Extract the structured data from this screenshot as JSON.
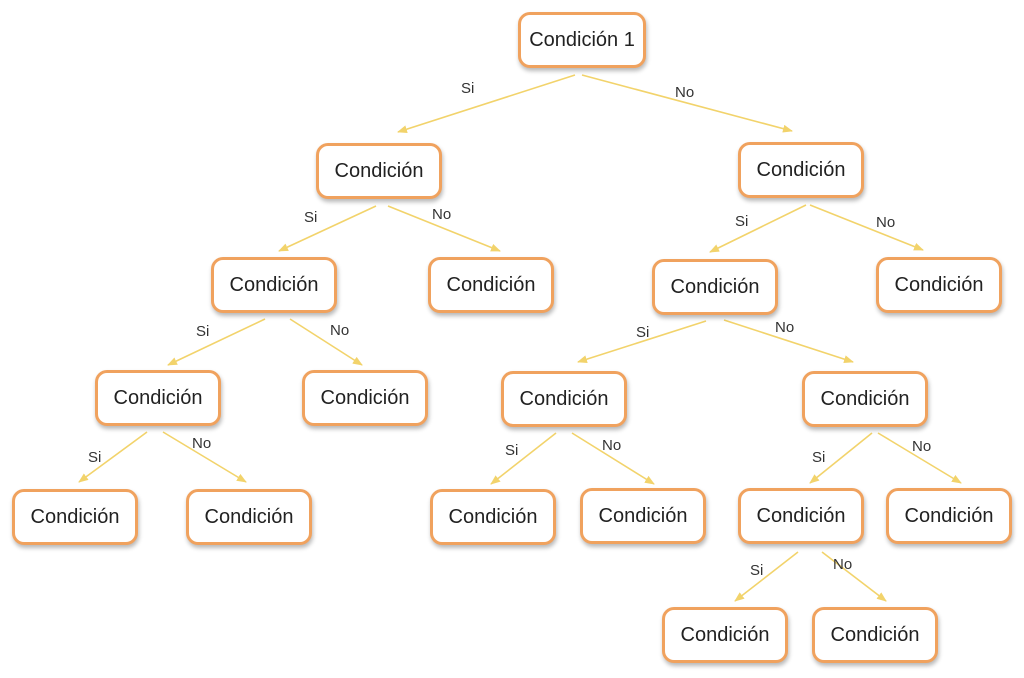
{
  "colors": {
    "node_border": "#f0a25e",
    "edge": "#f2d36b",
    "text": "#222222",
    "background": "#ffffff"
  },
  "nodes": [
    {
      "id": "n0",
      "label": "Condición 1"
    },
    {
      "id": "n1",
      "label": "Condición"
    },
    {
      "id": "n2",
      "label": "Condición"
    },
    {
      "id": "n3",
      "label": "Condición"
    },
    {
      "id": "n4",
      "label": "Condición"
    },
    {
      "id": "n5",
      "label": "Condición"
    },
    {
      "id": "n6",
      "label": "Condición"
    },
    {
      "id": "n7",
      "label": "Condición"
    },
    {
      "id": "n8",
      "label": "Condición"
    },
    {
      "id": "n9",
      "label": "Condición"
    },
    {
      "id": "n10",
      "label": "Condición"
    },
    {
      "id": "n11",
      "label": "Condición"
    },
    {
      "id": "n12",
      "label": "Condición"
    },
    {
      "id": "n13",
      "label": "Condición"
    },
    {
      "id": "n14",
      "label": "Condición"
    },
    {
      "id": "n15",
      "label": "Condición"
    },
    {
      "id": "n16",
      "label": "Condición"
    },
    {
      "id": "n17",
      "label": "Condición"
    },
    {
      "id": "n18",
      "label": "Condición"
    }
  ],
  "edges": [
    {
      "from": "n0",
      "to": "n1",
      "label": "Si"
    },
    {
      "from": "n0",
      "to": "n2",
      "label": "No"
    },
    {
      "from": "n1",
      "to": "n3",
      "label": "Si"
    },
    {
      "from": "n1",
      "to": "n4",
      "label": "No"
    },
    {
      "from": "n3",
      "to": "n5",
      "label": "Si"
    },
    {
      "from": "n3",
      "to": "n6",
      "label": "No"
    },
    {
      "from": "n5",
      "to": "n7",
      "label": "Si"
    },
    {
      "from": "n5",
      "to": "n8",
      "label": "No"
    },
    {
      "from": "n2",
      "to": "n9",
      "label": "Si"
    },
    {
      "from": "n2",
      "to": "n10",
      "label": "No"
    },
    {
      "from": "n9",
      "to": "n11",
      "label": "Si"
    },
    {
      "from": "n9",
      "to": "n12",
      "label": "No"
    },
    {
      "from": "n11",
      "to": "n13",
      "label": "Si"
    },
    {
      "from": "n11",
      "to": "n14",
      "label": "No"
    },
    {
      "from": "n12",
      "to": "n15",
      "label": "Si"
    },
    {
      "from": "n12",
      "to": "n16",
      "label": "No"
    },
    {
      "from": "n15",
      "to": "n17",
      "label": "Si"
    },
    {
      "from": "n15",
      "to": "n18",
      "label": "No"
    }
  ]
}
